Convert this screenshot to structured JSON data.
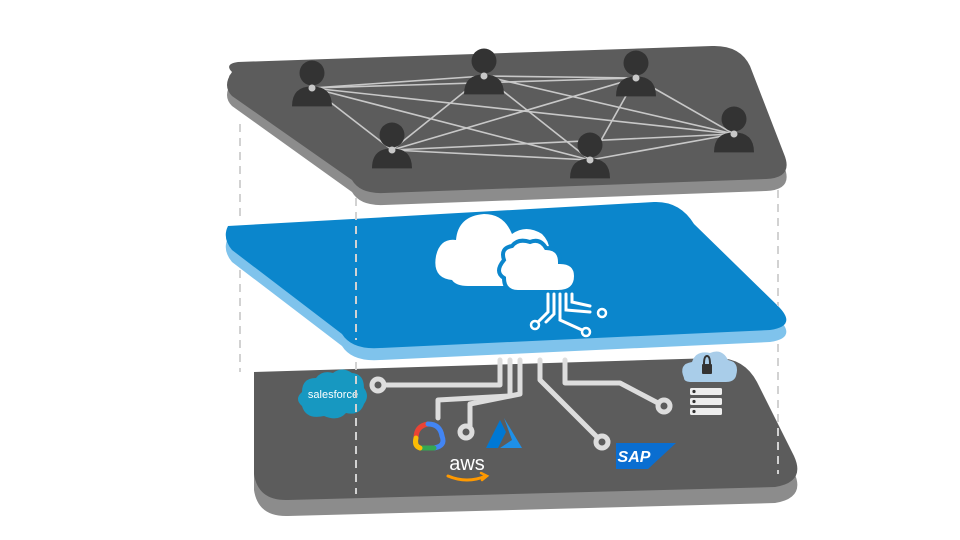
{
  "layers": {
    "top": {
      "name": "people-network-layer",
      "fill": "#5c5c5c",
      "edge": "#8c8c8c"
    },
    "middle": {
      "name": "cloud-platform-layer",
      "fill": "#0b86cc",
      "edge": "#7fc3ec"
    },
    "bottom": {
      "name": "services-layer",
      "fill": "#5c5c5c",
      "edge": "#8c8c8c"
    }
  },
  "icons": {
    "person": "person-icon",
    "cloud": "cloud-circuit-icon",
    "secure_cloud": "secure-cloud-server-icon"
  },
  "logos": {
    "salesforce": {
      "text": "salesforce",
      "color": "#1798c1"
    },
    "aws": {
      "text": "aws",
      "color": "#ff9900"
    },
    "sap": {
      "text": "SAP",
      "color": "#0a6ed1"
    },
    "azure": {
      "color": "#0078d4"
    },
    "google_cloud": {
      "colors": [
        "#ea4335",
        "#4285f4",
        "#34a853",
        "#fbbc05"
      ]
    }
  },
  "colors": {
    "connector": "#dddddd",
    "person": "#333333",
    "network_line": "#c8c8c8",
    "dashed_guide": "#d2d2d2"
  }
}
